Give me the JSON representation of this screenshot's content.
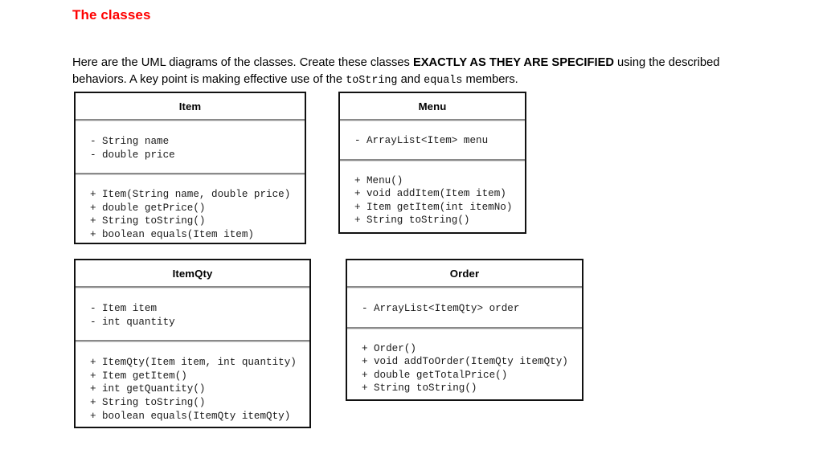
{
  "heading": "The classes",
  "intro": {
    "part1": "Here are the UML diagrams of the classes. Create these classes ",
    "emphasis": "EXACTLY AS THEY ARE SPECIFIED",
    "part2": " using the described behaviors. A key point is making effective use of the ",
    "code1": "toString",
    "part3": " and ",
    "code2": "equals",
    "part4": " members."
  },
  "colors": {
    "heading": "#ff0000",
    "text": "#000000",
    "box_border": "#111111",
    "separator": "#8a8a8a",
    "background": "#ffffff"
  },
  "classes": [
    {
      "name": "Item",
      "attributes": [
        {
          "visibility": "-",
          "signature": "String name"
        },
        {
          "visibility": "-",
          "signature": "double price"
        }
      ],
      "operations": [
        {
          "visibility": "+",
          "signature": "Item(String name, double price)"
        },
        {
          "visibility": "+",
          "signature": "double getPrice()"
        },
        {
          "visibility": "+",
          "signature": "String toString()"
        },
        {
          "visibility": "+",
          "signature": "boolean equals(Item item)"
        }
      ]
    },
    {
      "name": "Menu",
      "attributes": [
        {
          "visibility": "-",
          "signature": "ArrayList<Item> menu"
        }
      ],
      "operations": [
        {
          "visibility": "+",
          "signature": "Menu()"
        },
        {
          "visibility": "+",
          "signature": "void addItem(Item item)"
        },
        {
          "visibility": "+",
          "signature": "Item getItem(int itemNo)"
        },
        {
          "visibility": "+",
          "signature": "String toString()"
        }
      ]
    },
    {
      "name": "ItemQty",
      "attributes": [
        {
          "visibility": "-",
          "signature": "Item item"
        },
        {
          "visibility": "-",
          "signature": "int quantity"
        }
      ],
      "operations": [
        {
          "visibility": "+",
          "signature": "ItemQty(Item item, int quantity)"
        },
        {
          "visibility": "+",
          "signature": "Item getItem()"
        },
        {
          "visibility": "+",
          "signature": "int getQuantity()"
        },
        {
          "visibility": "+",
          "signature": "String toString()"
        },
        {
          "visibility": "+",
          "signature": "boolean equals(ItemQty itemQty)"
        }
      ]
    },
    {
      "name": "Order",
      "attributes": [
        {
          "visibility": "-",
          "signature": "ArrayList<ItemQty> order"
        }
      ],
      "operations": [
        {
          "visibility": "+",
          "signature": "Order()"
        },
        {
          "visibility": "+",
          "signature": "void addToOrder(ItemQty itemQty)"
        },
        {
          "visibility": "+",
          "signature": "double getTotalPrice()"
        },
        {
          "visibility": "+",
          "signature": "String toString()"
        }
      ]
    }
  ]
}
